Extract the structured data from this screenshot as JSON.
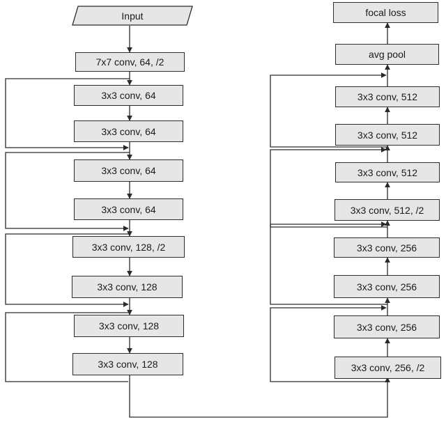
{
  "diagram": {
    "input_label": "Input",
    "left_column": [
      "7x7 conv, 64, /2",
      "3x3 conv, 64",
      "3x3 conv, 64",
      "3x3 conv, 64",
      "3x3 conv, 64",
      "3x3 conv, 128, /2",
      "3x3 conv, 128",
      "3x3 conv, 128",
      "3x3 conv, 128"
    ],
    "right_column_bottom_up": [
      "3x3 conv, 256, /2",
      "3x3 conv, 256",
      "3x3 conv, 256",
      "3x3 conv, 256",
      "3x3 conv, 512, /2",
      "3x3 conv, 512",
      "3x3 conv, 512",
      "3x3 conv, 512",
      "avg pool",
      "focal loss"
    ],
    "colors": {
      "node_fill": "#e6e6e6",
      "stroke": "#2b2b2b"
    }
  }
}
